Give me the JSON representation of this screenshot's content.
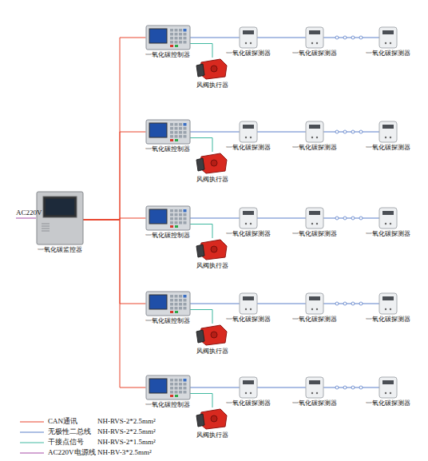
{
  "diagram": {
    "nodes": [
      {
        "text": [
          "一氧化碳监控器"
        ]
      },
      {
        "text": [
          "一氧化碳控制器"
        ]
      },
      {
        "text": [
          "一氧化碳探测器"
        ]
      },
      {
        "text": [
          "一氧化碳探测器"
        ]
      },
      {
        "text": [
          "一氧化碳探测器"
        ]
      },
      {
        "text": [
          "风阀执行器"
        ]
      },
      {
        "text": [
          "一氧化碳控制器"
        ]
      },
      {
        "text": [
          "一氧化碳探测器"
        ]
      },
      {
        "text": [
          "一氧化碳探测器"
        ]
      },
      {
        "text": [
          "一氧化碳探测器"
        ]
      },
      {
        "text": [
          "风阀执行器"
        ]
      },
      {
        "text": [
          "一氧化碳控制器"
        ]
      },
      {
        "text": [
          "一氧化碳探测器"
        ]
      },
      {
        "text": [
          "一氧化碳探测器"
        ]
      },
      {
        "text": [
          "一氧化碳探测器"
        ]
      },
      {
        "text": [
          "风阀执行器"
        ]
      },
      {
        "text": [
          "一氧化碳控制器"
        ]
      },
      {
        "text": [
          "一氧化碳探测器"
        ]
      },
      {
        "text": [
          "一氧化碳探测器"
        ]
      },
      {
        "text": [
          "一氧化碳探测器"
        ]
      },
      {
        "text": [
          "风阀执行器"
        ]
      },
      {
        "text": [
          "一氧化碳控制器"
        ]
      },
      {
        "text": [
          "一氧化碳探测器"
        ]
      },
      {
        "text": [
          "一氧化碳探测器"
        ]
      },
      {
        "text": [
          "一氧化碳探测器"
        ]
      },
      {
        "text": [
          "风阀执行器"
        ]
      }
    ],
    "edges": [
      {
        "from": 0,
        "to": 1,
        "arrow": "none"
      },
      {
        "from": 1,
        "to": 2,
        "arrow": "none"
      },
      {
        "from": 2,
        "to": 3,
        "arrow": "none"
      },
      {
        "from": 3,
        "to": 4,
        "arrow": "none"
      },
      {
        "from": 1,
        "to": 5,
        "arrow": "none"
      },
      {
        "from": 0,
        "to": 6,
        "arrow": "none"
      },
      {
        "from": 6,
        "to": 7,
        "arrow": "none"
      },
      {
        "from": 7,
        "to": 8,
        "arrow": "none"
      },
      {
        "from": 8,
        "to": 9,
        "arrow": "none"
      },
      {
        "from": 6,
        "to": 10,
        "arrow": "none"
      },
      {
        "from": 0,
        "to": 11,
        "arrow": "none"
      },
      {
        "from": 11,
        "to": 12,
        "arrow": "none"
      },
      {
        "from": 12,
        "to": 13,
        "arrow": "none"
      },
      {
        "from": 13,
        "to": 14,
        "arrow": "none"
      },
      {
        "from": 11,
        "to": 15,
        "arrow": "none"
      },
      {
        "from": 0,
        "to": 16,
        "arrow": "none"
      },
      {
        "from": 16,
        "to": 17,
        "arrow": "none"
      },
      {
        "from": 17,
        "to": 18,
        "arrow": "none"
      },
      {
        "from": 18,
        "to": 19,
        "arrow": "none"
      },
      {
        "from": 16,
        "to": 20,
        "arrow": "none"
      },
      {
        "from": 0,
        "to": 21,
        "arrow": "none"
      },
      {
        "from": 21,
        "to": 22,
        "arrow": "none"
      },
      {
        "from": 22,
        "to": 23,
        "arrow": "none"
      },
      {
        "from": 23,
        "to": 24,
        "arrow": "none"
      },
      {
        "from": 21,
        "to": 25,
        "arrow": "none"
      }
    ],
    "labels": [
      "AC220V",
      "NH-RVS-2*2.5mm²",
      "NH-RVS-2*2.5mm²",
      "NH-RVS-2*1.5mm²",
      "NH-BV-3*2.5mm²"
    ],
    "legend": [
      {
        "text": "CAN通讯"
      },
      {
        "text": "无极性二总线"
      },
      {
        "text": "干接点信号"
      },
      {
        "text": "AC220V电源线"
      }
    ]
  }
}
